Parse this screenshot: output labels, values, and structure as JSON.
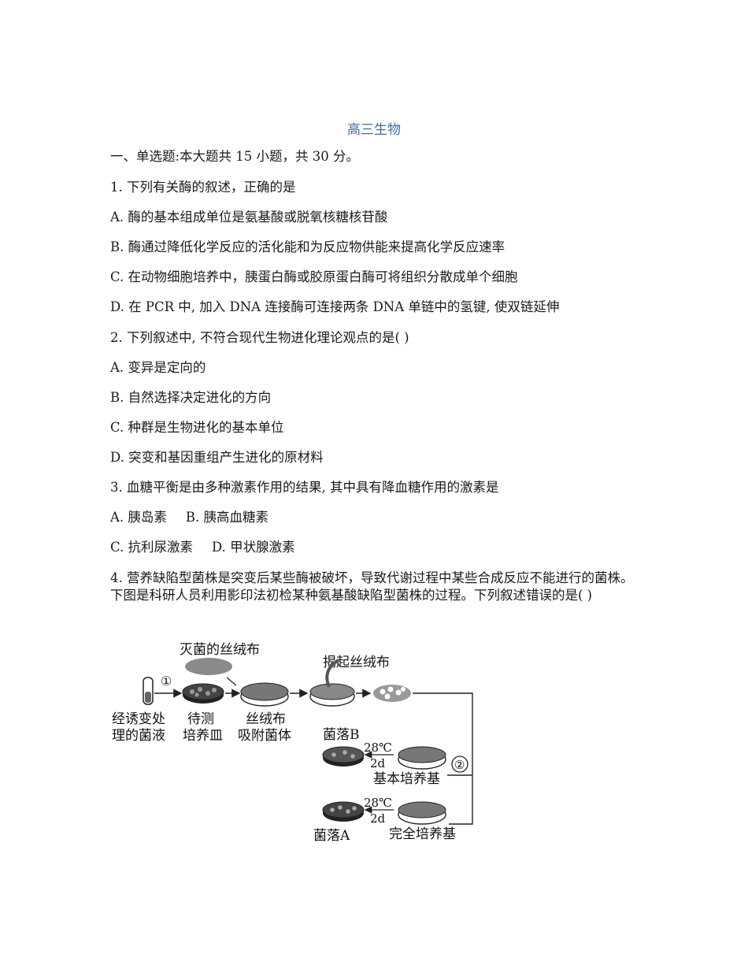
{
  "title": "高三生物",
  "section": "一、单选题:本大题共 15 小题，共 30 分。",
  "q1": {
    "stem": "1. 下列有关酶的叙述，正确的是",
    "a": "A. 酶的基本组成单位是氨基酸或脱氧核糖核苷酸",
    "b": "B. 酶通过降低化学反应的活化能和为反应物供能来提高化学反应速率",
    "c": "C. 在动物细胞培养中，胰蛋白酶或胶原蛋白酶可将组织分散成单个细胞",
    "d": "D. 在 PCR 中, 加入 DNA 连接酶可连接两条 DNA 单链中的氢键, 使双链延伸"
  },
  "q2": {
    "stem": "2. 下列叙述中, 不符合现代生物进化理论观点的是(     )",
    "a": "A. 变异是定向的",
    "b": "B. 自然选择决定进化的方向",
    "c": "C. 种群是生物进化的基本单位",
    "d": "D. 突变和基因重组产生进化的原材料"
  },
  "q3": {
    "stem": "3. 血糖平衡是由多种激素作用的结果, 其中具有降血糖作用的激素是",
    "a": "A. 胰岛素",
    "b": "B. 胰高血糖素",
    "c": "C. 抗利尿激素",
    "d": "D. 甲状腺激素"
  },
  "q4": {
    "stem": "4. 营养缺陷型菌株是突变后某些酶被破坏，导致代谢过程中某些合成反应不能进行的菌株。下图是科研人员利用影印法初检某种氨基酸缺陷型菌株的过程。下列叙述错误的是(     )"
  },
  "figure": {
    "velvet_sterile": "灭菌的丝绒布",
    "lift_velvet": "揭起丝绒布",
    "step1": "①",
    "step2": "②",
    "tube_label_1": "经诱变处",
    "tube_label_2": "理的菌液",
    "dish_test_1": "待测",
    "dish_test_2": "培养皿",
    "velvet_adsorb_1": "丝绒布",
    "velvet_adsorb_2": "吸附菌体",
    "colony_b": "菌落B",
    "colony_a": "菌落A",
    "temp": "28℃",
    "days": "2d",
    "basic_medium": "基本培养基",
    "complete_medium": "完全培养基"
  }
}
